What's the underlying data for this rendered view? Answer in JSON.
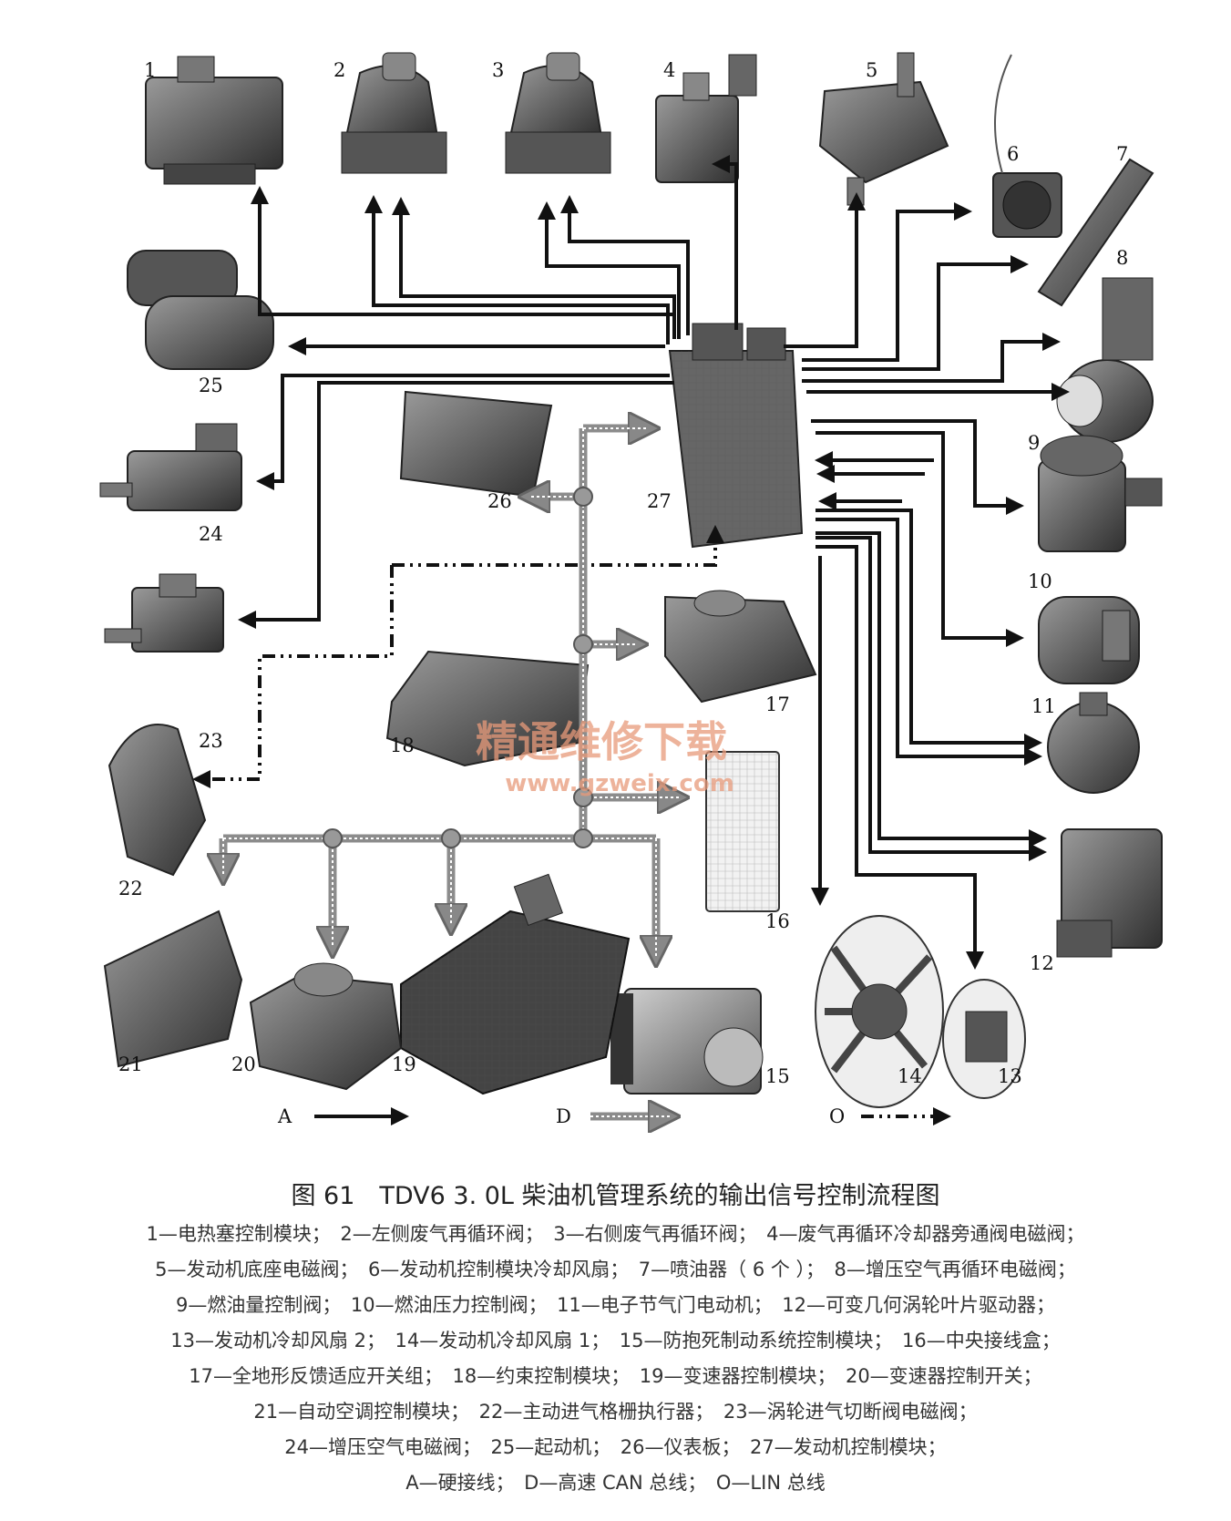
{
  "components": [
    {
      "n": "1",
      "name": "电热塞控制模块"
    },
    {
      "n": "2",
      "name": "左侧废气再循环阀"
    },
    {
      "n": "3",
      "name": "右侧废气再循环阀"
    },
    {
      "n": "4",
      "name": "废气再循环冷却器旁通阀电磁阀"
    },
    {
      "n": "5",
      "name": "发动机底座电磁阀"
    },
    {
      "n": "6",
      "name": "发动机控制模块冷却风扇"
    },
    {
      "n": "7",
      "name": "喷油器（ 6 个 ）"
    },
    {
      "n": "8",
      "name": "增压空气再循环电磁阀"
    },
    {
      "n": "9",
      "name": "燃油量控制阀"
    },
    {
      "n": "10",
      "name": "燃油压力控制阀"
    },
    {
      "n": "11",
      "name": "电子节气门电动机"
    },
    {
      "n": "12",
      "name": "可变几何涡轮叶片驱动器"
    },
    {
      "n": "13",
      "name": "发动机冷却风扇 2"
    },
    {
      "n": "14",
      "name": "发动机冷却风扇 1"
    },
    {
      "n": "15",
      "name": "防抱死制动系统控制模块"
    },
    {
      "n": "16",
      "name": "中央接线盒"
    },
    {
      "n": "17",
      "name": "全地形反馈适应开关组"
    },
    {
      "n": "18",
      "name": "约束控制模块"
    },
    {
      "n": "19",
      "name": "变速器控制模块"
    },
    {
      "n": "20",
      "name": "变速器控制开关"
    },
    {
      "n": "21",
      "name": "自动空调控制模块"
    },
    {
      "n": "22",
      "name": "主动进气格栅执行器"
    },
    {
      "n": "23",
      "name": "涡轮进气切断阀电磁阀"
    },
    {
      "n": "24",
      "name": "增压空气电磁阀"
    },
    {
      "n": "25",
      "name": "起动机"
    },
    {
      "n": "26",
      "name": "仪表板"
    },
    {
      "n": "27",
      "name": "发动机控制模块"
    }
  ],
  "legend": [
    {
      "letter": "A",
      "name": "硬接线"
    },
    {
      "letter": "D",
      "name": "高速 CAN 总线"
    },
    {
      "letter": "O",
      "name": "LIN 总线"
    }
  ],
  "watermark": {
    "line1": "精通维修下载",
    "line2": "www.gzweix.com"
  },
  "caption": {
    "title": "图 61　TDV6 3. 0L 柴油机管理系统的输出信号控制流程图",
    "lines": [
      "1—电热塞控制模块；　2—左侧废气再循环阀；　3—右侧废气再循环阀；　4—废气再循环冷却器旁通阀电磁阀；",
      "5—发动机底座电磁阀；　6—发动机控制模块冷却风扇；　7—喷油器（ 6 个 ）；　8—增压空气再循环电磁阀；",
      "9—燃油量控制阀；　10—燃油压力控制阀；　11—电子节气门电动机；　12—可变几何涡轮叶片驱动器；",
      "13—发动机冷却风扇 2；　14—发动机冷却风扇 1；　15—防抱死制动系统控制模块；　16—中央接线盒；",
      "17—全地形反馈适应开关组；　18—约束控制模块；　19—变速器控制模块；　20—变速器控制开关；",
      "21—自动空调控制模块；　22—主动进气格栅执行器；　23—涡轮进气切断阀电磁阀；",
      "24—增压空气电磁阀；　25—起动机；　26—仪表板；　27—发动机控制模块；",
      "A—硬接线；　D—高速 CAN 总线；　O—LIN 总线"
    ]
  }
}
